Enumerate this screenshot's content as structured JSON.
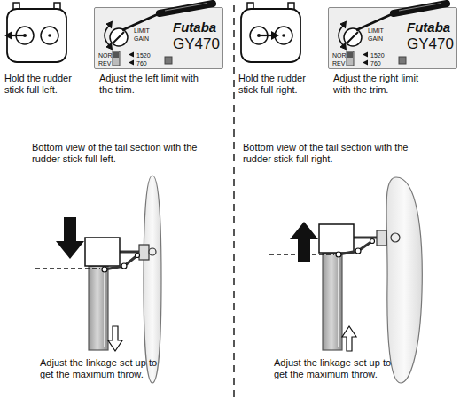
{
  "diagram": {
    "nodes": [
      {
        "text": [
          "LIMIT",
          "GAIN",
          "Futaba",
          "GY470",
          "NOR",
          "REV",
          "1520",
          "760"
        ]
      },
      {
        "text": [
          "LIMIT",
          "GAIN",
          "Futaba",
          "GY470",
          "NOR",
          "REV",
          "1520",
          "760"
        ]
      }
    ],
    "labels": [
      "Hold the rudder stick full left.",
      "Adjust the left limit with the trim.",
      "Bottom view of the tail section with the rudder stick full left.",
      "Adjust the linkage set up to get the maximum throw.",
      "Hold the rudder stick full right.",
      "Adjust the right limit with the trim.",
      "Bottom view of the tail section with the rudder stick full right.",
      "Adjust the linkage set up to get the maximum throw."
    ]
  }
}
